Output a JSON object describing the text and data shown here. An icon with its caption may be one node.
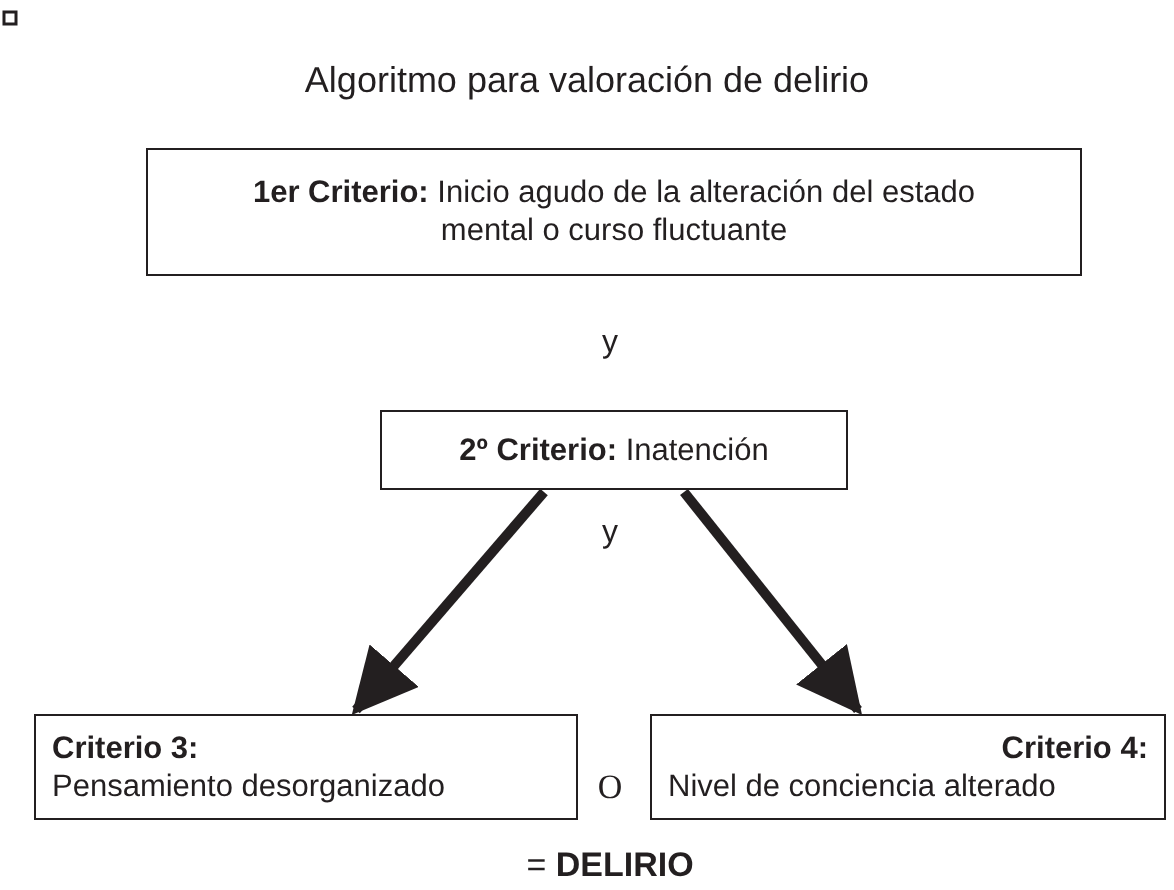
{
  "diagram": {
    "title": "Algoritmo para valoración de delirio",
    "nodes": [
      {
        "text": [
          "**1er Criterio:** Inicio agudo de la alteración del estado mental o curso fluctuante"
        ]
      },
      {
        "text": [
          "**2º Criterio:** Inatención"
        ]
      },
      {
        "text": [
          "Criterio 3:",
          "Pensamiento desorganizado"
        ]
      },
      {
        "text": [
          "Criterio 4:",
          "Nivel de conciencia alterado"
        ]
      }
    ],
    "edges": [
      {
        "from": 1,
        "to": 2,
        "arrow": "to"
      },
      {
        "from": 1,
        "to": 3,
        "arrow": "to"
      }
    ],
    "labels": [
      "y",
      "y",
      "O",
      "= **DELIRIO**"
    ]
  }
}
